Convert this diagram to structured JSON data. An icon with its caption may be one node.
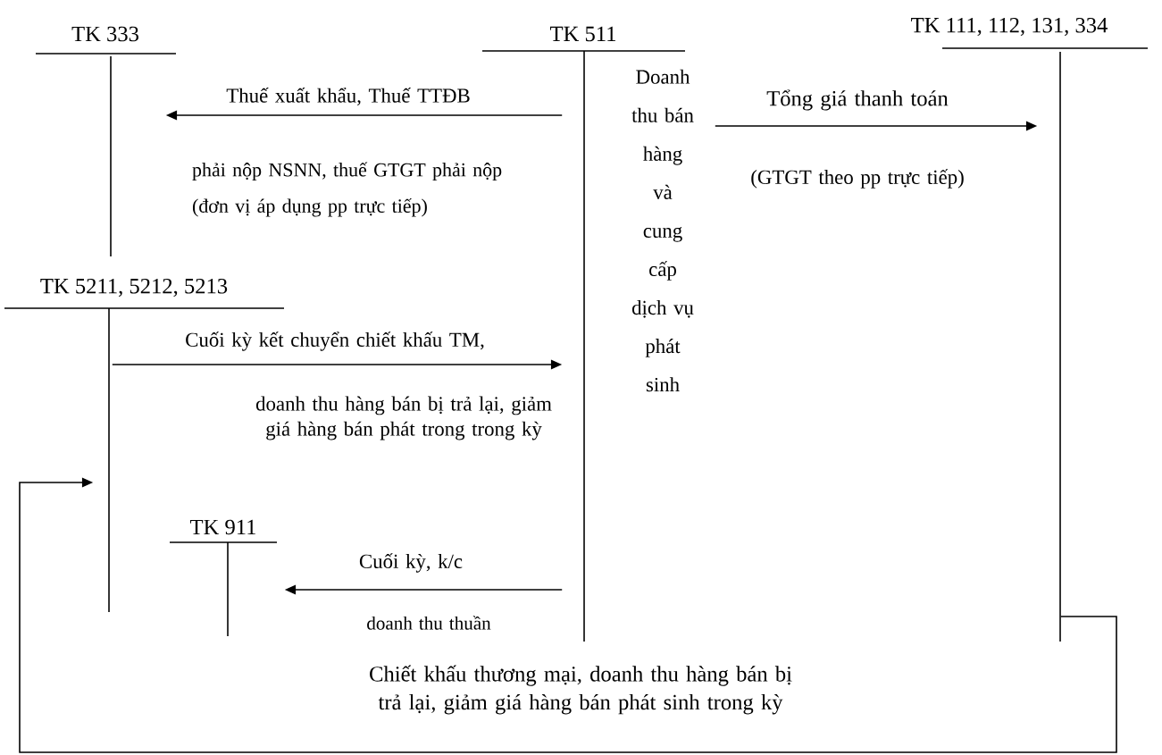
{
  "diagram": {
    "nodes": [
      {
        "text": [
          "TK 333"
        ]
      },
      {
        "text": [
          "TK 511",
          "Doanh thu bán hàng và cung cấp dịch vụ phát sinh"
        ]
      },
      {
        "text": [
          "TK 111, 112, 131, 334"
        ]
      },
      {
        "text": [
          "TK 5211, 5212, 5213"
        ]
      },
      {
        "text": [
          "TK 911"
        ]
      }
    ],
    "edges": [
      {
        "from": 1,
        "to": 0,
        "arrow": "to",
        "label": "Thuế xuất khẩu, Thuế TTĐB"
      },
      {
        "from": 1,
        "to": 2,
        "arrow": "to",
        "label": "Tổng giá thanh toán"
      },
      {
        "from": 3,
        "to": 1,
        "arrow": "to",
        "label": "Cuối kỳ kết chuyển chiết khấu TM,"
      },
      {
        "from": 1,
        "to": 4,
        "arrow": "to",
        "label": "Cuối kỳ, k/c"
      },
      {
        "from": 2,
        "to": 3,
        "arrow": "to",
        "label": "Chiết khấu thương mại, doanh thu hàng bán bị trả lại, giảm giá hàng bán phát sinh trong kỳ"
      }
    ],
    "labels": [
      "phải nộp NSNN, thuế GTGT phải nộp (đơn vị áp dụng pp trực tiếp)",
      "(GTGT theo pp trực tiếp)",
      "doanh thu hàng bán bị trả lại, giảm giá hàng bán phát trong trong kỳ",
      "doanh thu thuần"
    ]
  }
}
